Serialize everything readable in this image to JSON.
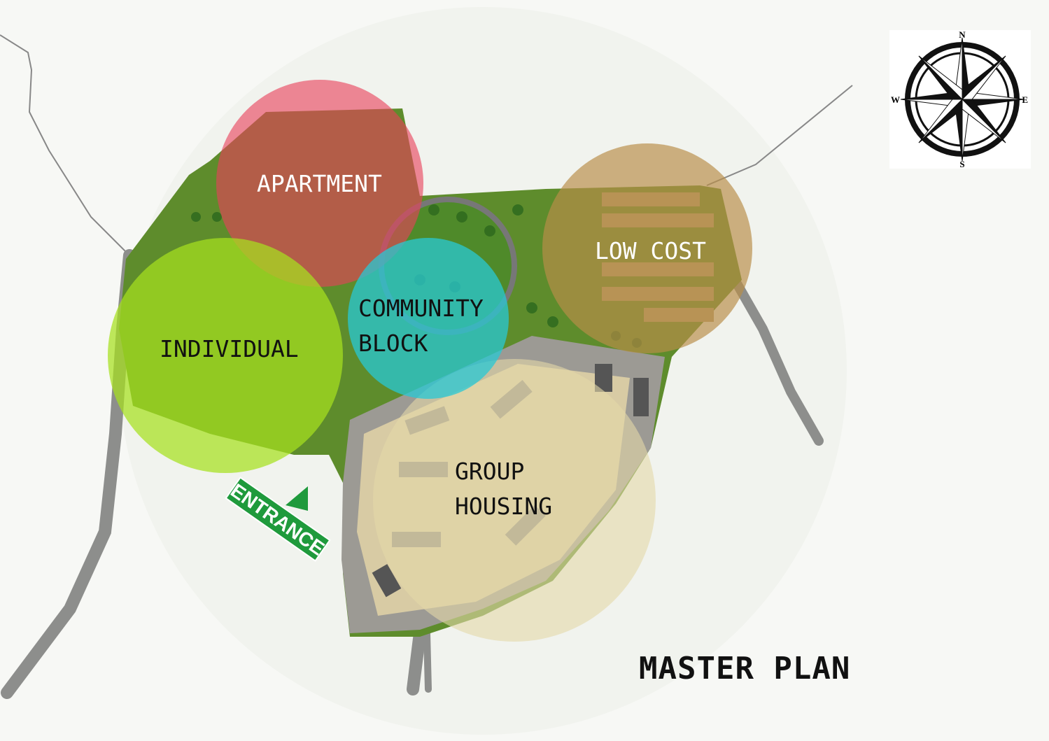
{
  "title": "MASTER PLAN",
  "zones": [
    {
      "id": "apartment",
      "label": "APARTMENT",
      "color": "#e8405a"
    },
    {
      "id": "individual",
      "label": "INDIVIDUAL",
      "color": "#a6e01e"
    },
    {
      "id": "community",
      "label_line1": "COMMUNITY",
      "label_line2": "BLOCK",
      "color": "#28c8d4"
    },
    {
      "id": "low-cost",
      "label": "LOW COST",
      "color": "#b88e48"
    },
    {
      "id": "group-housing",
      "label_line1": "GROUP",
      "label_line2": "HOUSING",
      "color": "#e4d9a8"
    }
  ],
  "entrance": {
    "label": "ENTRANCE",
    "color": "#1f9a3c"
  },
  "compass": {
    "n": "N",
    "s": "S",
    "e": "E",
    "w": "W"
  }
}
